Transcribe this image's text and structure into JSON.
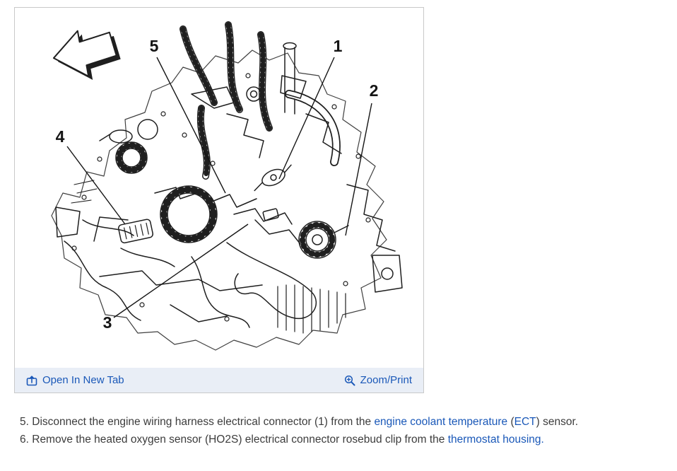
{
  "ui_colors": {
    "link_blue": "#1a58b8",
    "footer_bar_bg": "#e9eef6",
    "line_art": "#1f1f1f",
    "body_text": "#3c3c3c"
  },
  "figure": {
    "callouts": {
      "1": "1",
      "2": "2",
      "3": "3",
      "4": "4",
      "5": "5"
    },
    "footer": {
      "open_in_new_tab_label": "Open In New Tab",
      "zoom_print_label": "Zoom/Print"
    }
  },
  "instructions": {
    "step5": {
      "number": "5.",
      "part1": " Disconnect the engine wiring harness electrical connector (1) from the ",
      "link1": "engine coolant temperature",
      "part2": " (",
      "link2": "ECT",
      "part3": ") sensor."
    },
    "step6": {
      "number": "6.",
      "part1": " Remove the heated oxygen sensor (HO2S) electrical connector rosebud clip from the ",
      "link1": "thermostat housing."
    }
  }
}
